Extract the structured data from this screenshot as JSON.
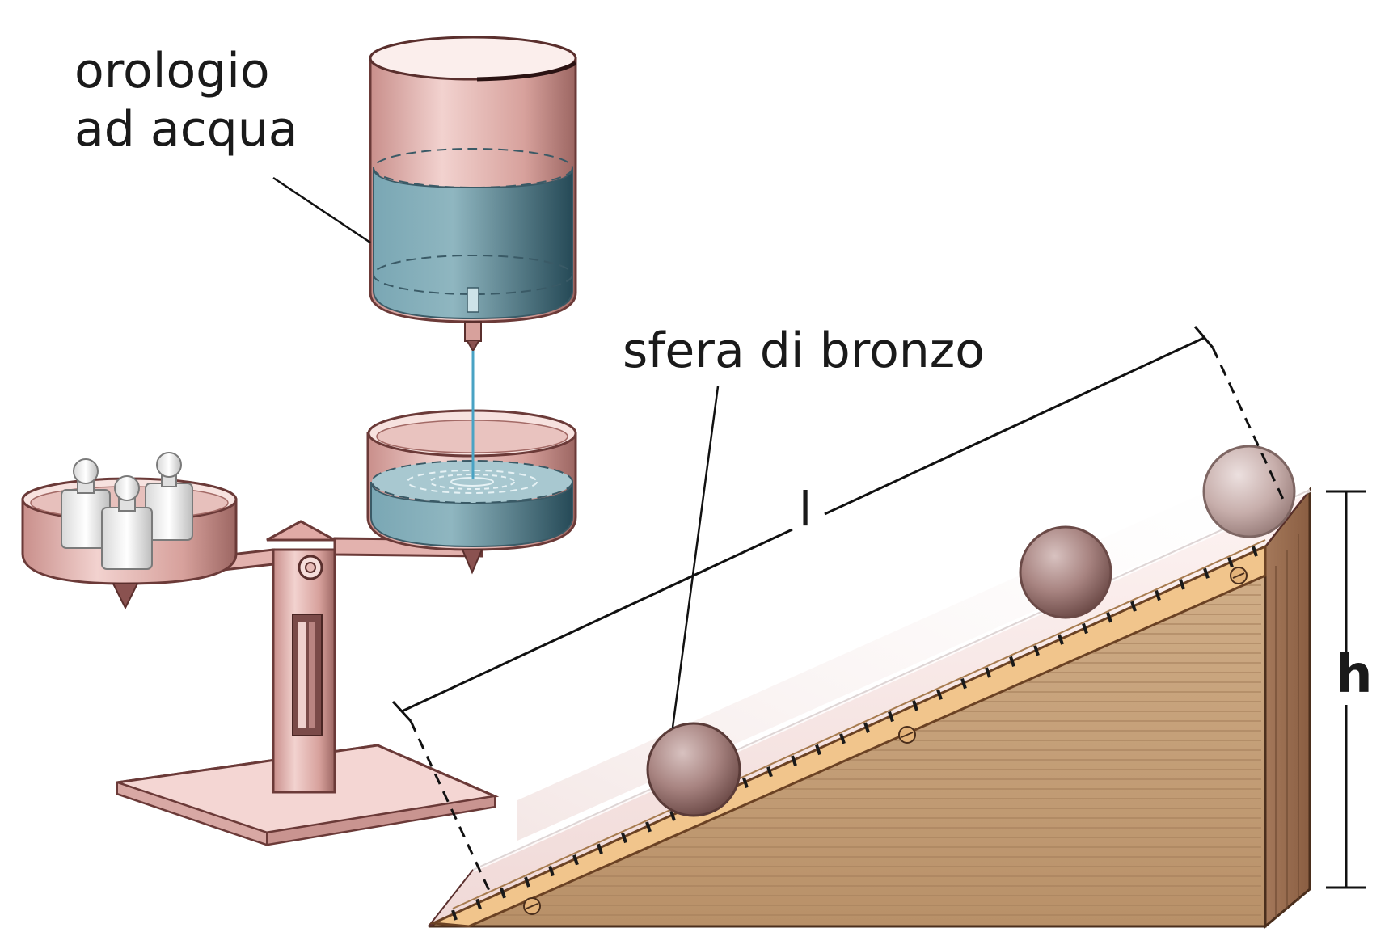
{
  "labels": {
    "clock_line1": "orologio",
    "clock_line2": "ad acqua",
    "sphere": "sfera di bronzo",
    "length": "l",
    "height": "h"
  },
  "colors": {
    "copper": "#d9a8a4",
    "copper_dark": "#6b3a38",
    "water": "#5e8f9f",
    "wood": "#c8a37c",
    "ruler": "#f1c58c",
    "sphere": "#9c7a77"
  },
  "icons": [
    "water-clock",
    "balance-scale",
    "weights",
    "inclined-plane",
    "bronze-sphere",
    "ruler"
  ]
}
